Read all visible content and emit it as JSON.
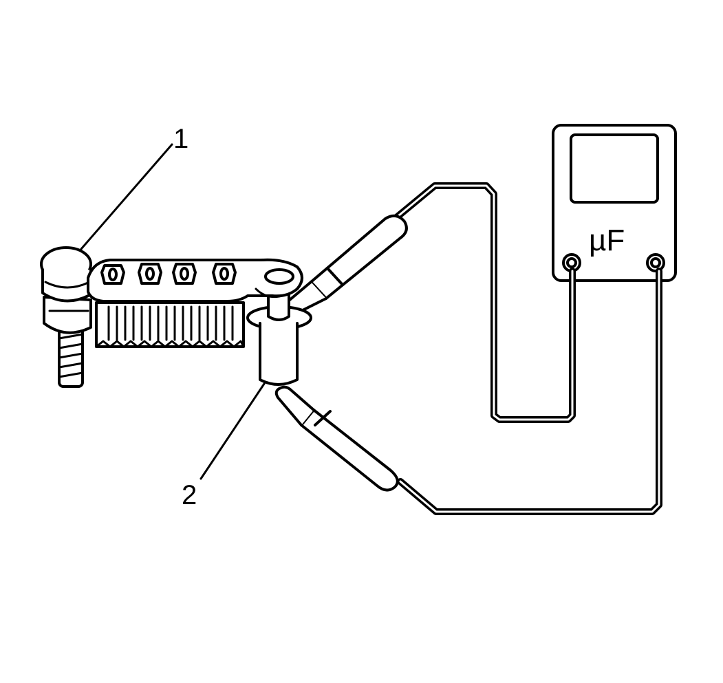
{
  "callouts": {
    "part_1": "1",
    "part_2": "2"
  },
  "meter": {
    "unit_label": "µF"
  },
  "colors": {
    "line": "#000000",
    "background": "#ffffff"
  }
}
